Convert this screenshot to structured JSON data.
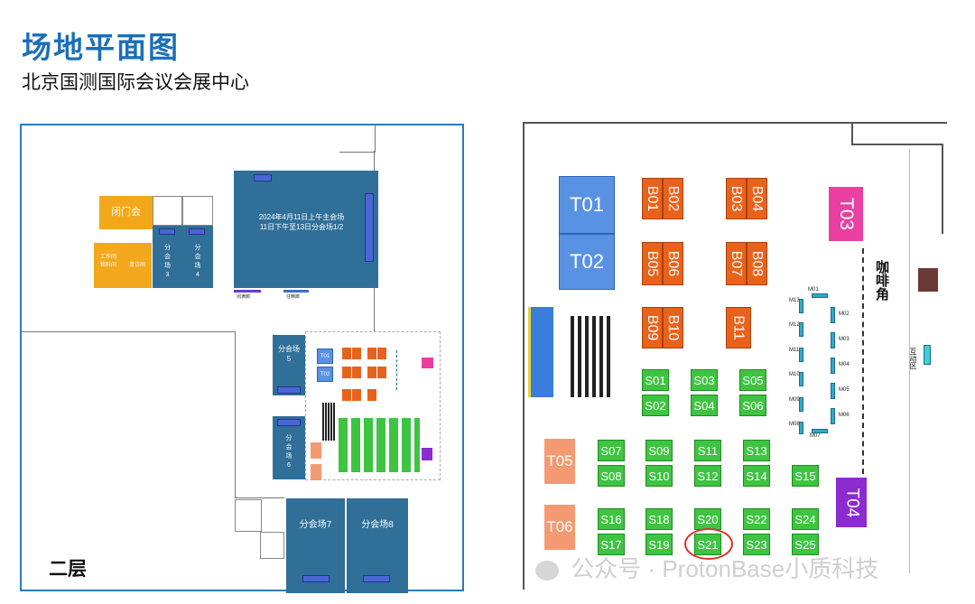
{
  "header": {
    "title": "场地平面图",
    "subtitle": "北京国测国际会议会展中心"
  },
  "floor_plan": {
    "floor_label": "二层",
    "main_hall_text": "2024年4月11日上午主会场\n11日下午至13日分会场1/2",
    "closed_room": "闭门会",
    "work_room": "工作间\n物料间",
    "guest_room": "贵访间",
    "rooms": {
      "sub3": "分\n会\n场\n3",
      "sub4": "分\n会\n场\n4",
      "sub5": "分会场\n5",
      "sub6": "分\n会\n场\n6",
      "sub7": "分会场7",
      "sub8": "分会场8"
    },
    "exits": {
      "left": "闭满廊",
      "right": "往精廊"
    }
  },
  "exhibit_map": {
    "t_booths": {
      "t01": "T01",
      "t02": "T02",
      "t03": "T03",
      "t04": "T04",
      "t05": "T05",
      "t06": "T06"
    },
    "b_booths": [
      "B01",
      "B02",
      "B03",
      "B04",
      "B05",
      "B06",
      "B07",
      "B08",
      "B09",
      "B10",
      "B11"
    ],
    "s_booths": [
      "S01",
      "S02",
      "S03",
      "S04",
      "S05",
      "S06",
      "S07",
      "S08",
      "S09",
      "S10",
      "S11",
      "S12",
      "S13",
      "S14",
      "S15",
      "S16",
      "S17",
      "S18",
      "S19",
      "S20",
      "S21",
      "S22",
      "S23",
      "S24",
      "S25"
    ],
    "m_booths": [
      "M01",
      "M02",
      "M03",
      "M04",
      "M05",
      "M06",
      "M07",
      "M08",
      "M09",
      "M10",
      "M11",
      "M12",
      "M13"
    ],
    "coffee_corner": "咖啡角",
    "interaction_zone": "互动区",
    "highlight_circle_color": "#d9322b"
  },
  "watermark": "公众号 · ProtonBase小质科技",
  "colors": {
    "title": "#1b6fb7",
    "room": "#2f6f98",
    "orange_booth": "#e9621b",
    "green_booth": "#3ec441",
    "t_blue": "#5a92e3",
    "t03": "#e83fa0",
    "t04": "#8c2bd0"
  }
}
